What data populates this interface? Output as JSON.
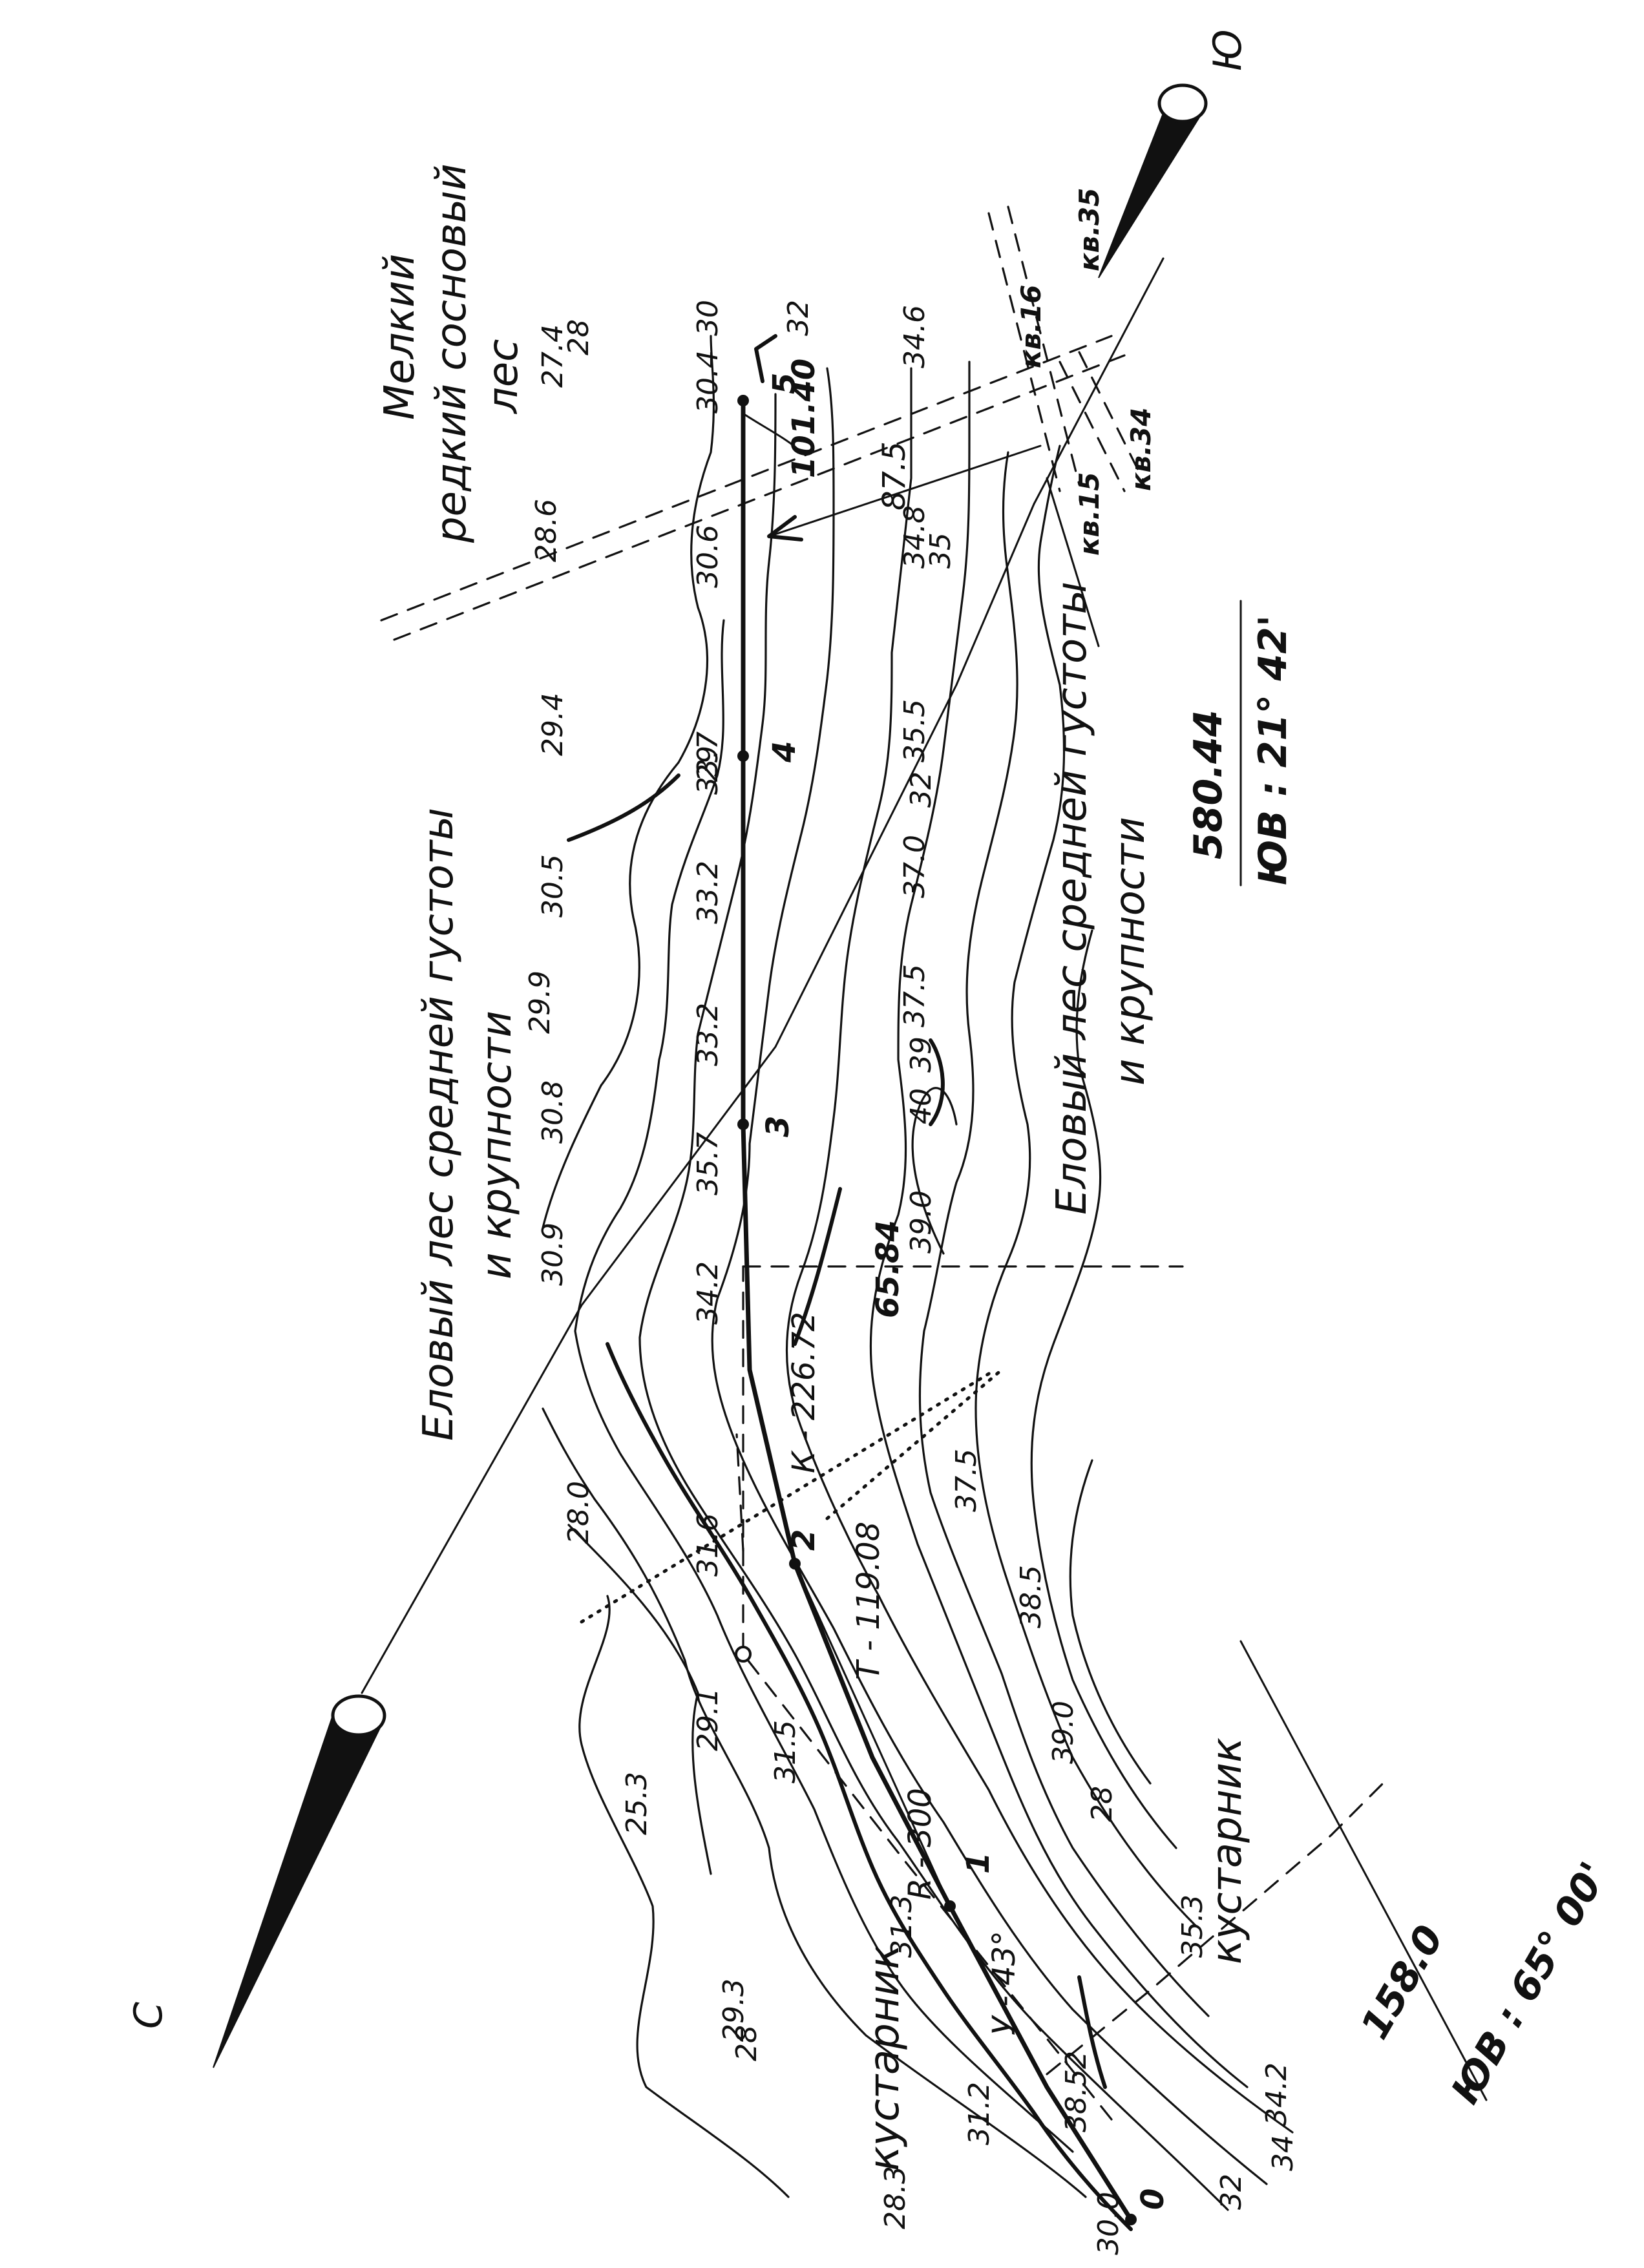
{
  "map": {
    "north_label": "С",
    "south_label": "Ю",
    "region_labels": {
      "forest_north": "Еловый лес средней густоты",
      "forest_north_2": "и крупности",
      "forest_south": "Еловый лес средней густоты",
      "forest_south_2": "и крупности",
      "pine_forest_1": "Мелкий",
      "pine_forest_2": "редкий сосновый",
      "pine_forest_3": "лес",
      "shrub_1": "кустарник",
      "shrub_2": "кустарник"
    },
    "stations": {
      "s0": "0",
      "s1": "1",
      "s2": "2",
      "s3": "3",
      "s4": "4",
      "s5": "5"
    },
    "curve": {
      "radius": "R - 300",
      "tangent": "T - 119.08",
      "length": "К - 226.72",
      "angle": "У - 43°"
    },
    "distances": {
      "d1": "87.5",
      "d2": "101.40",
      "pk": "65.84"
    },
    "bearings": {
      "line1_len": "580.44",
      "line1_dir": "ЮВ : 21° 42'",
      "line2_len": "158.0",
      "line2_dir": "ЮВ : 65° 00'"
    },
    "boundaries": {
      "kv15": "кв.15",
      "kv16": "кв.16",
      "kv34": "кв.34",
      "kv35": "кв.35"
    },
    "elevations": {
      "e_28_3": "28.3",
      "e_30_0": "30.0",
      "e_31_2": "31.2",
      "e_29_3": "29.3",
      "e_25_3": "25.3",
      "e_28_0": "28.0",
      "e_31_5": "31.5",
      "e_31_3": "31.3",
      "e_30_9": "30.9",
      "e_30_8": "30.8",
      "e_29_9": "29.9",
      "e_30_5": "30.5",
      "e_29_4": "29.4",
      "e_28_6": "28.6",
      "e_27_4": "27.4",
      "e_30_4": "30.4",
      "e_30_6": "30.6",
      "e_33_7": "33.7",
      "e_33_2a": "33.2",
      "e_33_2b": "33.2",
      "e_35_7": "35.7",
      "e_34_2a": "34.2",
      "e_31_6": "31.6",
      "e_29_1": "29.1",
      "e_38_52": "38.52",
      "e_34_2b": "34.2",
      "e_35_3": "35.3",
      "e_39_0a": "39.0",
      "e_38_5": "38.5",
      "e_37_5a": "37.5",
      "e_39_0b": "39.0",
      "e_40": "40",
      "e_37_5b": "37.5",
      "e_37_0": "37.0",
      "e_35_5": "35.5",
      "e_34_8": "34.8",
      "e_34_6": "34.6"
    },
    "contour_labels": {
      "c30": "30",
      "c32a": "32",
      "c35": "35",
      "c28a": "28",
      "c32b": "32",
      "c34": "34",
      "c28b": "28",
      "c32c": "32",
      "c39": "39",
      "c28c": "28",
      "c29": "29"
    }
  }
}
